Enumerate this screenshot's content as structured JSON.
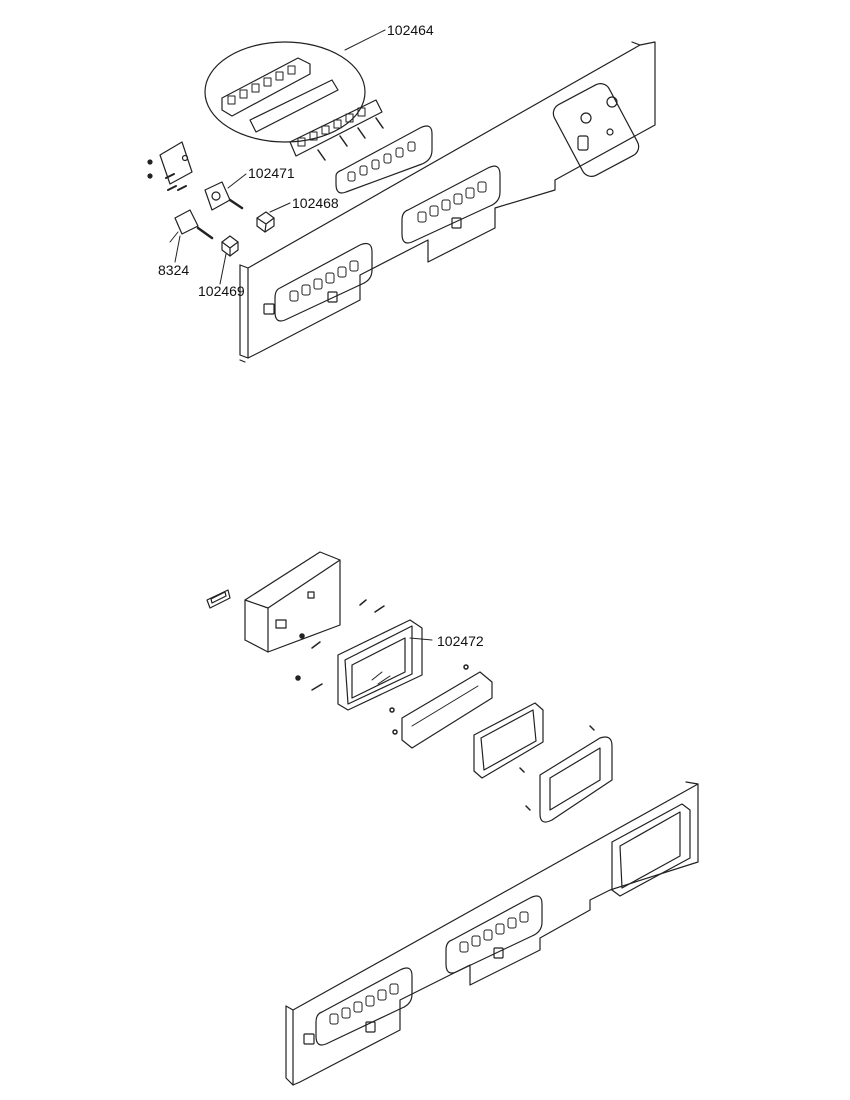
{
  "callouts": {
    "upper_keypad_assembly": "102464",
    "rotary_switch_upper": "102471",
    "knob_upper": "102468",
    "rotary_switch_lower": "8324",
    "knob_lower": "102469",
    "display_module": "102472"
  }
}
